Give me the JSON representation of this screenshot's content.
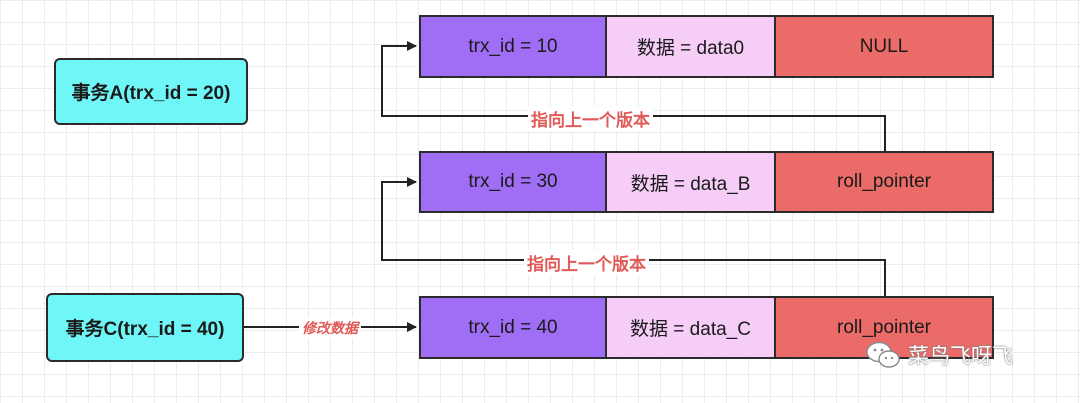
{
  "transactions": {
    "a": "事务A(trx_id = 20)",
    "c": "事务C(trx_id = 40)"
  },
  "versions": [
    {
      "trx": "trx_id = 10",
      "data": "数据 = data0",
      "pointer": "NULL"
    },
    {
      "trx": "trx_id = 30",
      "data": "数据 = data_B",
      "pointer": "roll_pointer"
    },
    {
      "trx": "trx_id = 40",
      "data": "数据 = data_C",
      "pointer": "roll_pointer"
    }
  ],
  "edges": {
    "prev_version_1": "指向上一个版本",
    "prev_version_2": "指向上一个版本",
    "modify": "修改数据"
  },
  "watermark": "菜鸟飞呀飞",
  "colors": {
    "transaction_fill": "#6ff7f7",
    "trx_cell_fill": "#a06ef5",
    "data_cell_fill": "#f5cdf7",
    "pointer_cell_fill": "#ea6b67",
    "edge_label": "#e05b58"
  }
}
